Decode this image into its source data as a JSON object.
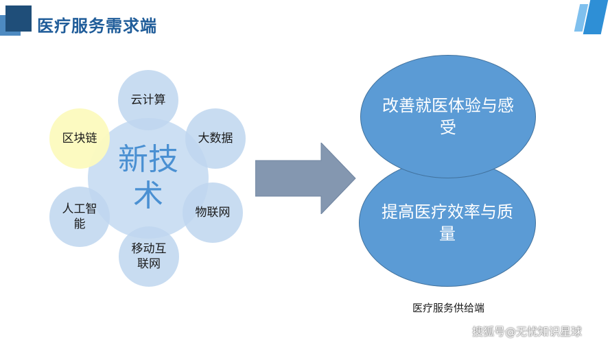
{
  "header": {
    "title": "医疗服务需求端"
  },
  "diagram": {
    "center": "新技术",
    "satellites": [
      {
        "label": "云计算"
      },
      {
        "label": "大数据"
      },
      {
        "label": "物联网"
      },
      {
        "label": "移动互联网"
      },
      {
        "label": "人工智能"
      },
      {
        "label": "区块链"
      }
    ],
    "outcomes": [
      {
        "label": "改善就医体验与感受"
      },
      {
        "label": "提高医疗效率与质量"
      }
    ],
    "caption": "医疗服务供给端"
  },
  "watermark": "搜狐号@无忧知识星球",
  "colors": {
    "title": "#1f5c99",
    "center_text": "#4a90d2",
    "satellite": "#bed6ee",
    "highlight": "#fcfabe",
    "outcome": "#5b9bd5",
    "arrow": "#8497b0"
  }
}
